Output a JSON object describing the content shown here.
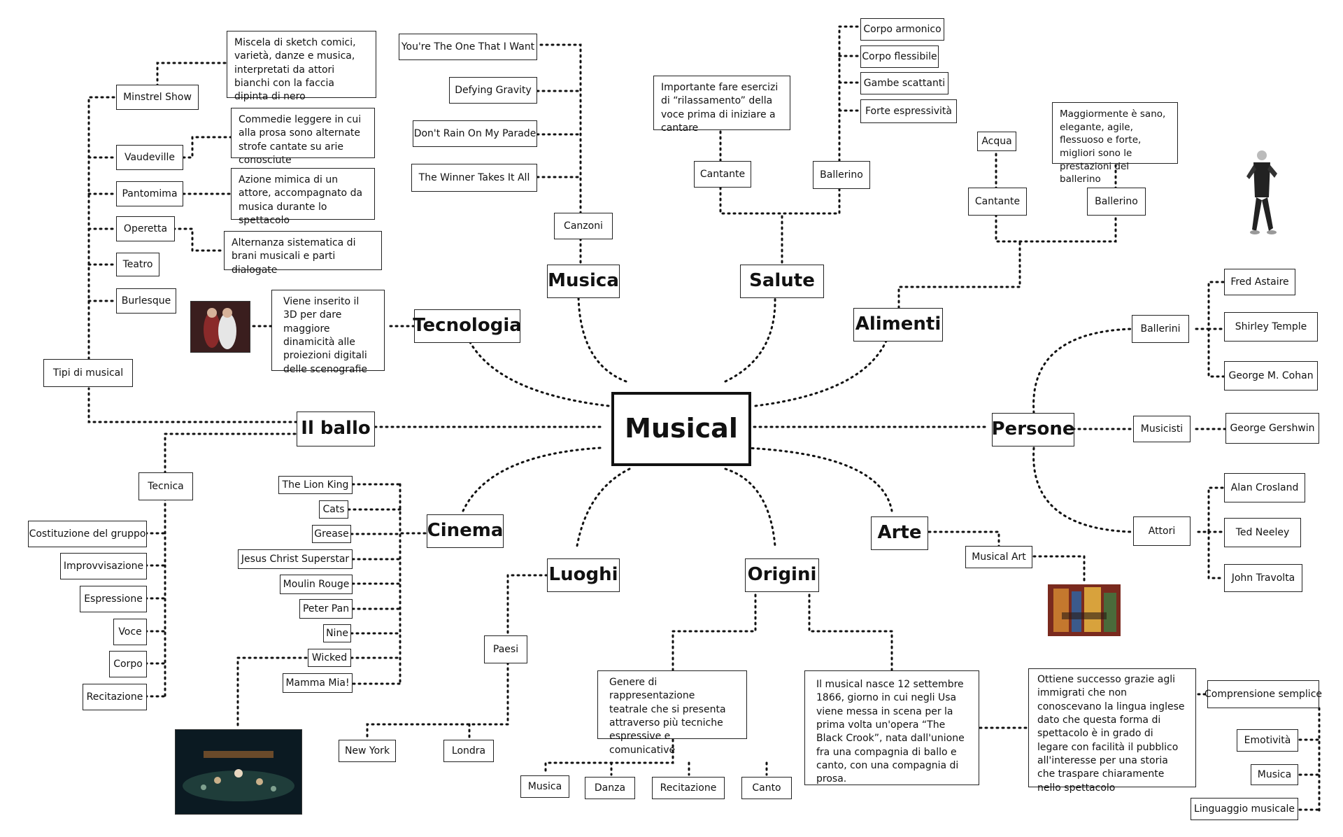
{
  "center": "Musical",
  "branches": {
    "musica": "Musica",
    "salute": "Salute",
    "alimenti": "Alimenti",
    "tecnologia": "Tecnologia",
    "ilballo": "Il ballo",
    "persone": "Persone",
    "cinema": "Cinema",
    "luoghi": "Luoghi",
    "origini": "Origini",
    "arte": "Arte"
  },
  "musica": {
    "canzoni": "Canzoni",
    "songs": [
      "You're The One That I Want",
      "Defying Gravity",
      "Don't Rain On My Parade",
      "The Winner Takes It All"
    ]
  },
  "salute": {
    "cantante": "Cantante",
    "ballerino": "Ballerino",
    "cantante_note": "Importante fare esercizi di “rilassamento” della voce prima di iniziare a cantare",
    "ballerino_items": [
      "Corpo armonico",
      "Corpo flessibile",
      "Gambe scattanti",
      "Forte espressività"
    ]
  },
  "alimenti": {
    "cantante": "Cantante",
    "acqua": "Acqua",
    "ballerino": "Ballerino",
    "ballerino_note": "Maggiormente è sano, elegante, agile, flessuoso e forte, migliori sono le prestazioni del ballerino"
  },
  "tipi": {
    "label": "Tipi di musical",
    "types": [
      "Minstrel Show",
      "Vaudeville",
      "Pantomima",
      "Operetta",
      "Teatro",
      "Burlesque"
    ],
    "minstrel_note": "Miscela di sketch comici, varietà, danze e musica, interpretati da attori bianchi con la faccia dipinta di nero",
    "vaudeville_note": "Commedie leggere in cui alla prosa sono alternate strofe cantate su arie conosciute",
    "pantomima_note": "Azione mimica di un attore, accompagnato da musica durante lo spettacolo",
    "operetta_note": "Alternanza sistematica di brani musicali e parti dialogate"
  },
  "tecnologia": {
    "note": "Viene inserito il 3D per dare maggiore dinamicità alle proiezioni digitali delle scenografie"
  },
  "ballo": {
    "tecnica": "Tecnica",
    "items": [
      "Costituzione del gruppo",
      "Improvvisazione",
      "Espressione",
      "Voce",
      "Corpo",
      "Recitazione"
    ]
  },
  "cinema": {
    "films": [
      "The Lion King",
      "Cats",
      "Grease",
      "Jesus Christ Superstar",
      "Moulin Rouge",
      "Peter Pan",
      "Nine",
      "Wicked",
      "Mamma Mia!"
    ]
  },
  "luoghi": {
    "paesi": "Paesi",
    "cities": [
      "New York",
      "Londra"
    ]
  },
  "origini": {
    "genere_note": "Genere di rappresentazione teatrale che si presenta attraverso più tecniche espressive e comunicative",
    "elements": [
      "Musica",
      "Danza",
      "Recitazione",
      "Canto"
    ],
    "nascita_note": "Il musical nasce 12 settembre 1866, giorno in cui negli Usa viene messa in scena per la prima volta un'opera “The Black Crook”, nata dall'unione fra una compagnia di ballo e canto, con una compagnia di prosa.",
    "successo_note": "Ottiene successo grazie agli immigrati che non conoscevano la lingua inglese dato che questa forma di spettacolo è in grado di legare con facilità il pubblico all'interesse per una storia che traspare chiaramente nello spettacolo",
    "reasons": [
      "Comprensione semplice",
      "Emotività",
      "Musica",
      "Linguaggio musicale"
    ]
  },
  "arte": {
    "musical_art": "Musical Art"
  },
  "persone": {
    "ballerini": "Ballerini",
    "ballerini_list": [
      "Fred Astaire",
      "Shirley Temple",
      "George M. Cohan"
    ],
    "musicisti": "Musicisti",
    "musicisti_list": [
      "George Gershwin"
    ],
    "attori": "Attori",
    "attori_list": [
      "Alan Crosland",
      "Ted Neeley",
      "John Travolta"
    ]
  }
}
